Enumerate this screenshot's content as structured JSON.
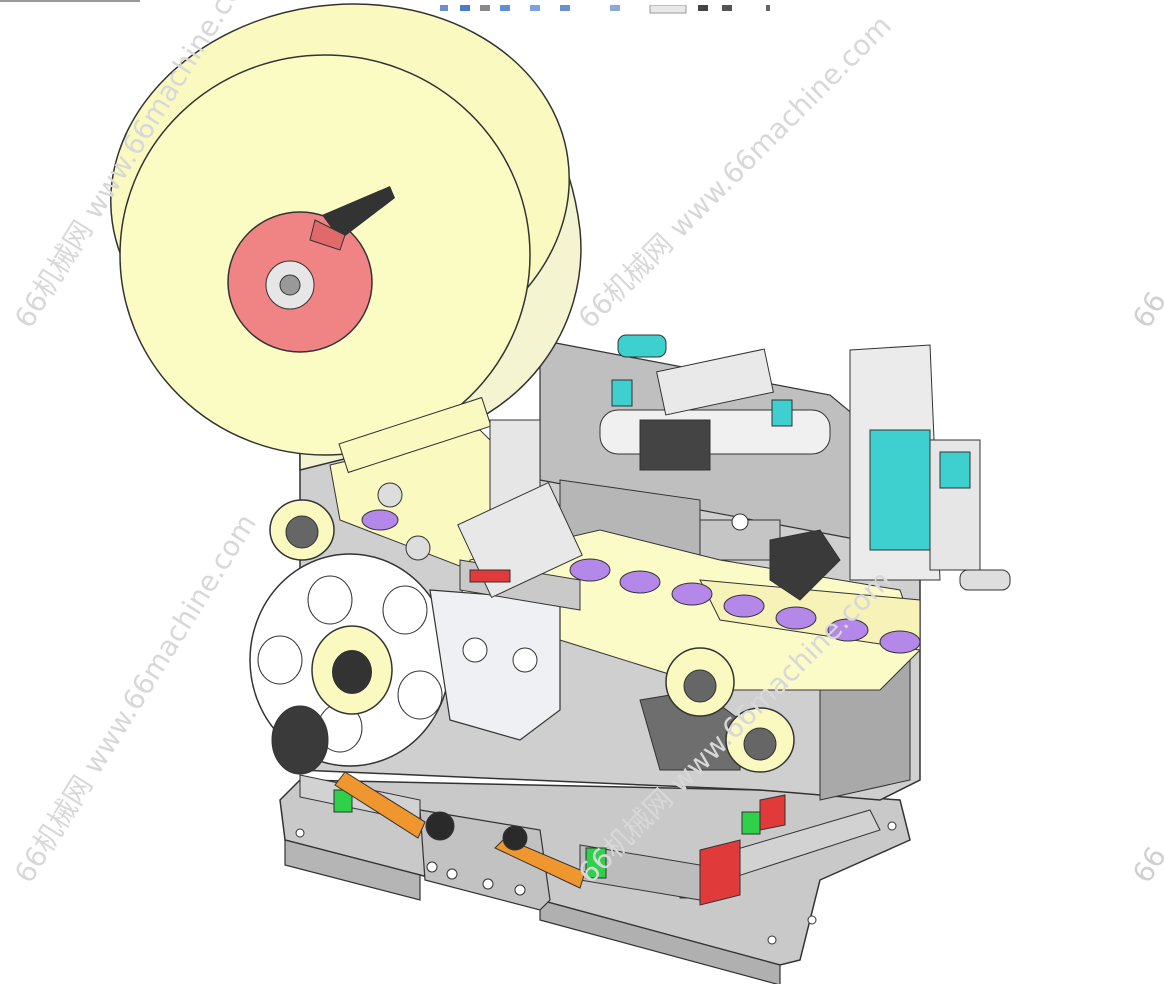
{
  "watermark": {
    "text": "66机械网 www.66machine.com",
    "partial_left": "66",
    "partial_right": "66",
    "color": "#d6d6d6"
  },
  "colors": {
    "label_roll": "#fafac0",
    "hub": "#f08484",
    "frame": "#c8c8c8",
    "lever": "#f0962e",
    "pneumatic": "#3ecfcf",
    "label_dot": "#b388e8",
    "rail_accent_green": "#2fd04a",
    "rail_accent_red": "#e03a3a"
  },
  "icons": {
    "toolbar": "toolbar-icons"
  }
}
